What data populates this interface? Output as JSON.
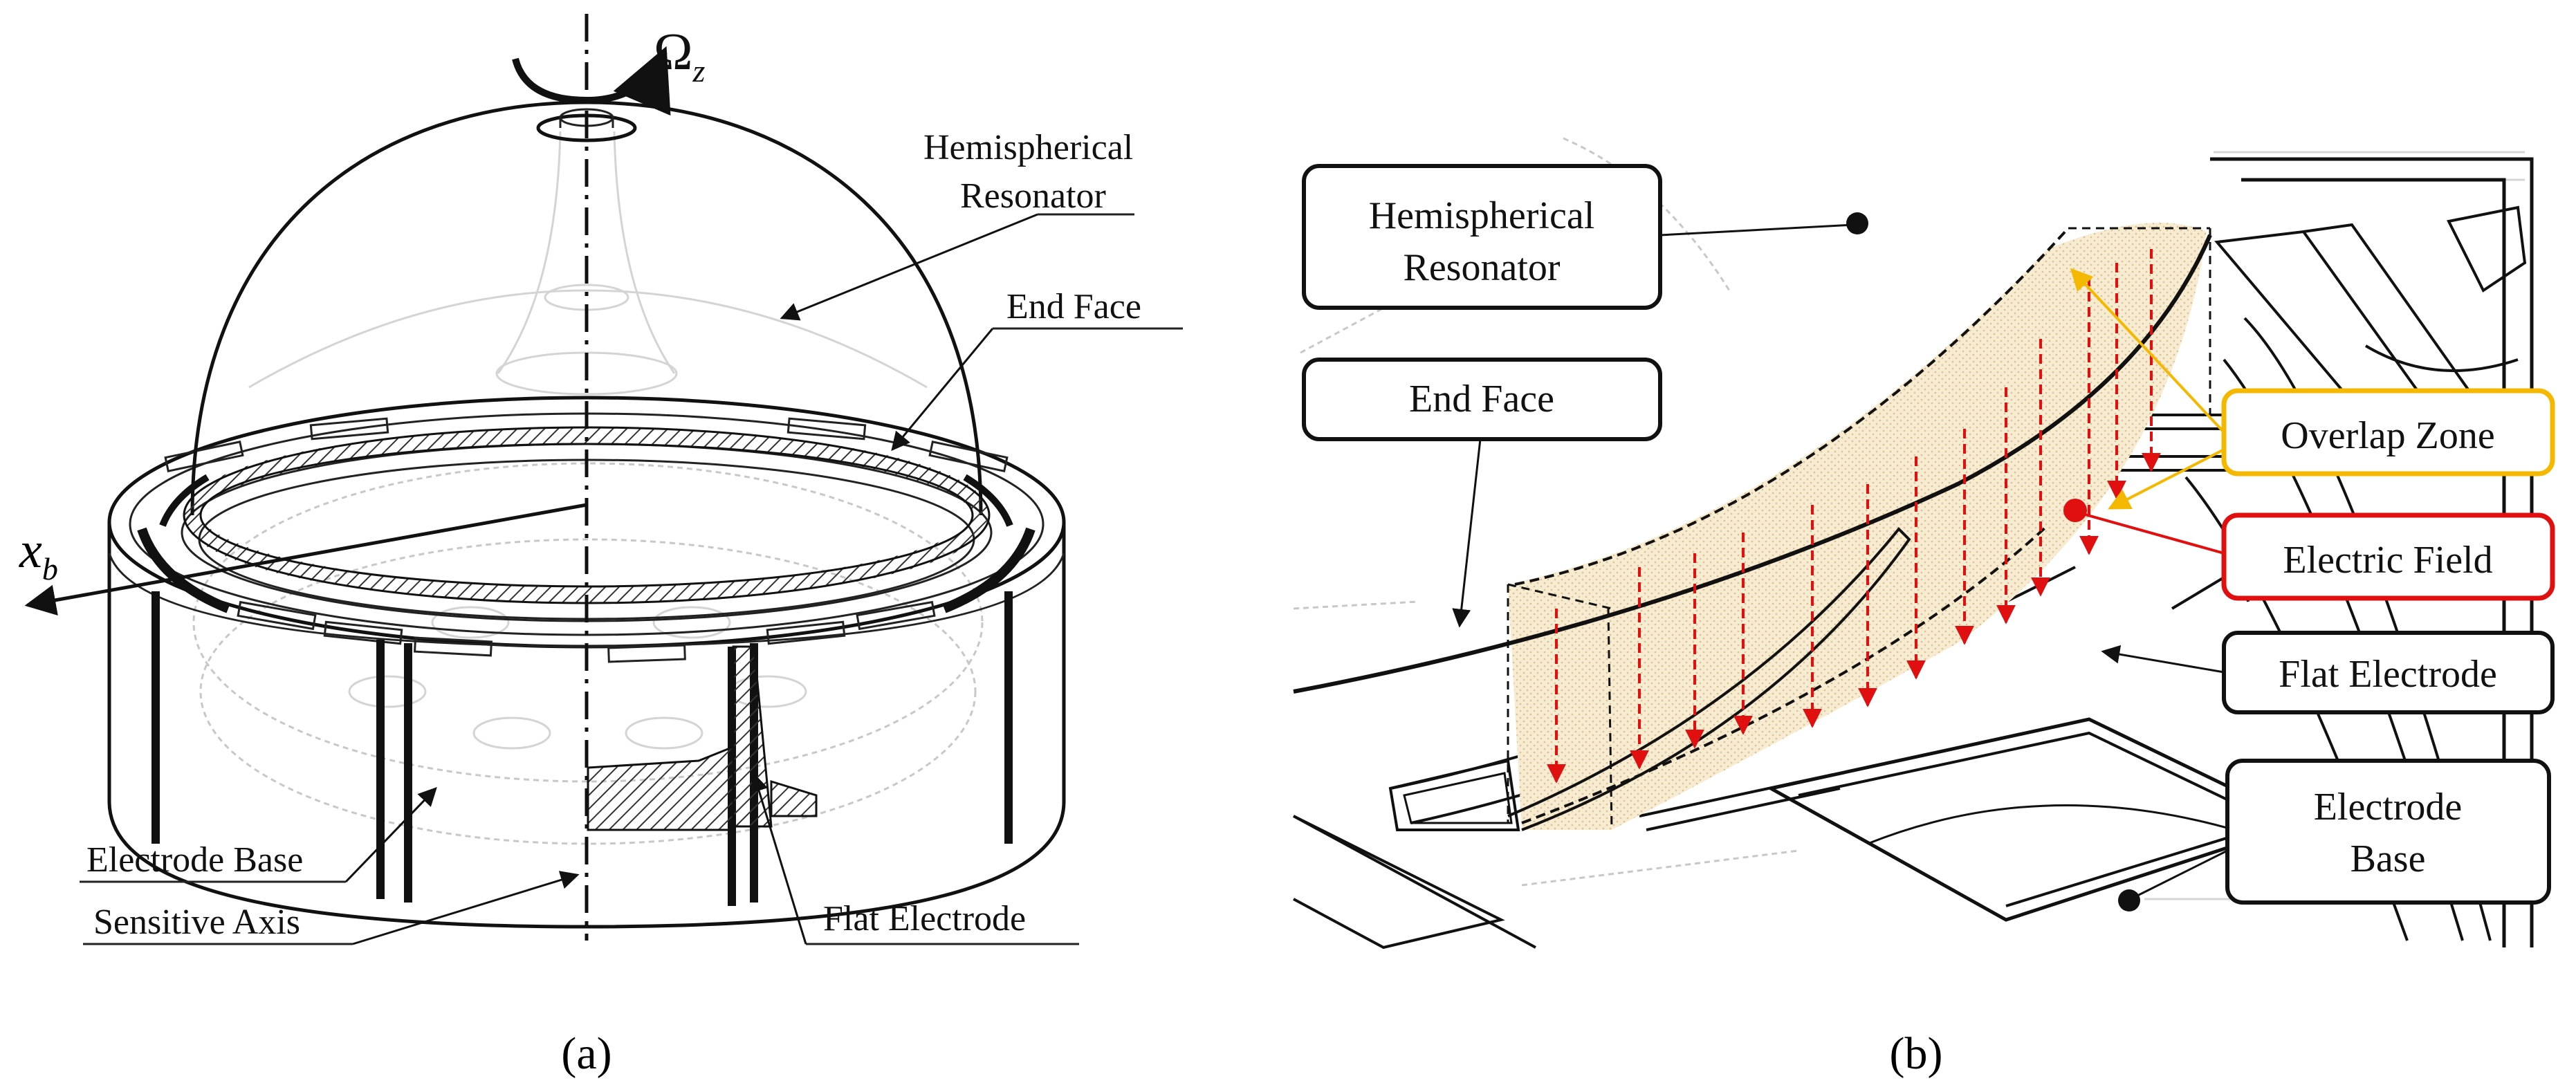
{
  "panel_a": {
    "omega_symbol": "Ω",
    "omega_subscript": "z",
    "axis_symbol": "x",
    "axis_subscript": "b",
    "labels": {
      "hemispherical_1": "Hemispherical",
      "hemispherical_2": "Resonator",
      "end_face": "End Face",
      "electrode_base": "Electrode Base",
      "sensitive_axis": "Sensitive Axis",
      "flat_electrode": "Flat Electrode"
    },
    "caption": "(a)"
  },
  "panel_b": {
    "boxes": {
      "hemispherical_1": "Hemispherical",
      "hemispherical_2": "Resonator",
      "end_face": "End Face",
      "overlap_zone": "Overlap Zone",
      "electric_field": "Electric Field",
      "flat_electrode": "Flat Electrode",
      "electrode_base_1": "Electrode",
      "electrode_base_2": "Base"
    },
    "caption": "(b)"
  },
  "colors": {
    "overlap_accent": "#f5b800",
    "field_accent": "#e01010",
    "overlap_fill": "#f6e7c0",
    "line": "#111111"
  }
}
